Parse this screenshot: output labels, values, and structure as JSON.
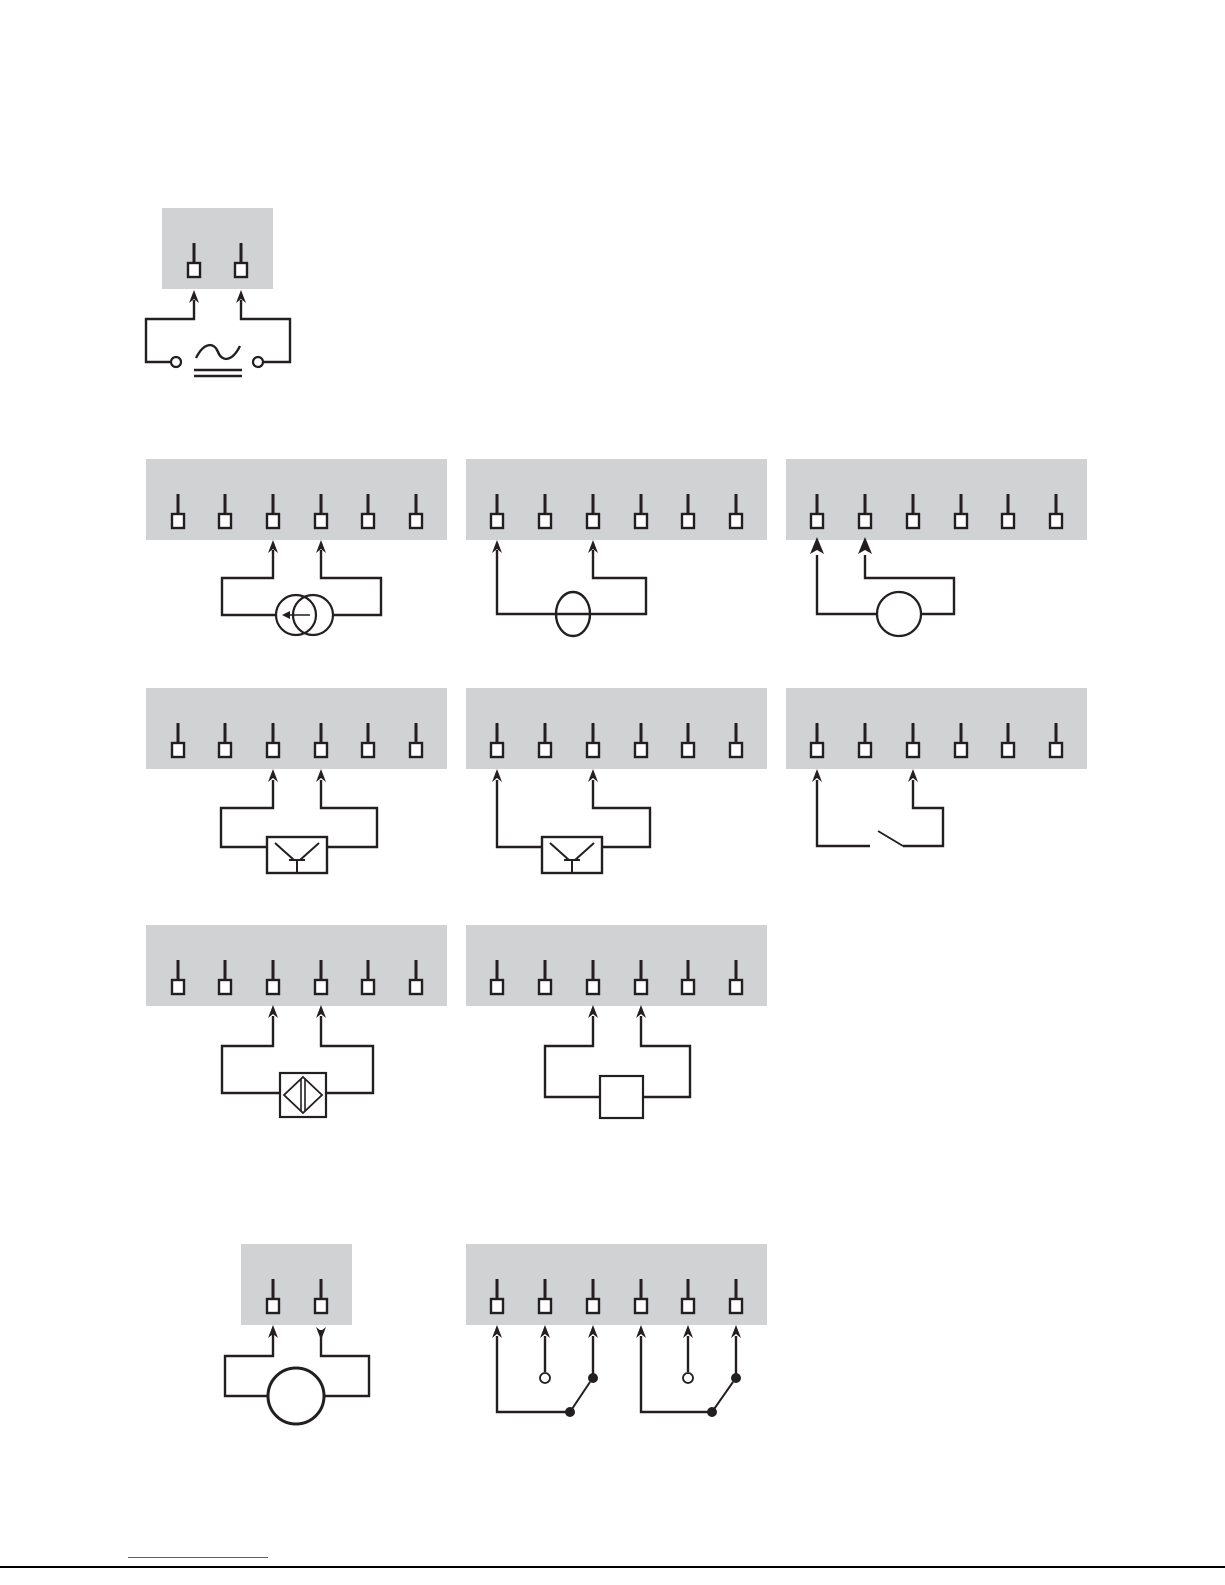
{
  "colors": {
    "terminal_block": "#d0d2d3",
    "line": "#231f20",
    "footer_link": "#3b5bd6"
  },
  "diagram": {
    "title": "",
    "blocks": [
      {
        "id": "power-supply",
        "terminals": 2,
        "symbol": "ac-power-source-icon"
      },
      {
        "id": "current-transformer",
        "terminals": 6,
        "symbol": "current-transformer-icon"
      },
      {
        "id": "current-loop",
        "terminals": 6,
        "symbol": "current-source-icon"
      },
      {
        "id": "voltage-input",
        "terminals": 6,
        "symbol": "voltage-source-icon"
      },
      {
        "id": "npn-sensor",
        "terminals": 6,
        "symbol": "npn-transistor-icon"
      },
      {
        "id": "pnp-sensor",
        "terminals": 6,
        "symbol": "pnp-transistor-icon"
      },
      {
        "id": "contact-input",
        "terminals": 6,
        "symbol": "switch-contact-icon"
      },
      {
        "id": "proximity-sensor",
        "terminals": 6,
        "symbol": "proximity-sensor-icon"
      },
      {
        "id": "generic-device",
        "terminals": 6,
        "symbol": "generic-device-icon"
      },
      {
        "id": "load-output",
        "terminals": 2,
        "symbol": "load-circle-icon"
      },
      {
        "id": "relay-outputs",
        "terminals": 6,
        "symbol": "changeover-relay-icon"
      }
    ]
  }
}
